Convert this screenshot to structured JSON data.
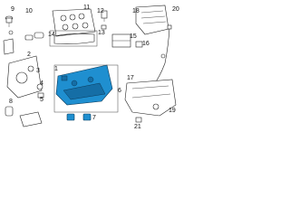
{
  "callouts": {
    "c1": "1",
    "c2": "2",
    "c3": "3",
    "c4": "4",
    "c5": "5",
    "c6": "6",
    "c7": "7",
    "c8": "8",
    "c9": "9",
    "c10": "10",
    "c11": "11",
    "c12": "12",
    "c13": "13",
    "c14": "14",
    "c15": "15",
    "c16": "16",
    "c17": "17",
    "c18": "18",
    "c19": "19",
    "c20": "20",
    "c21": "21"
  },
  "colors": {
    "highlight": "#1f8fd0",
    "outline": "#222222"
  }
}
